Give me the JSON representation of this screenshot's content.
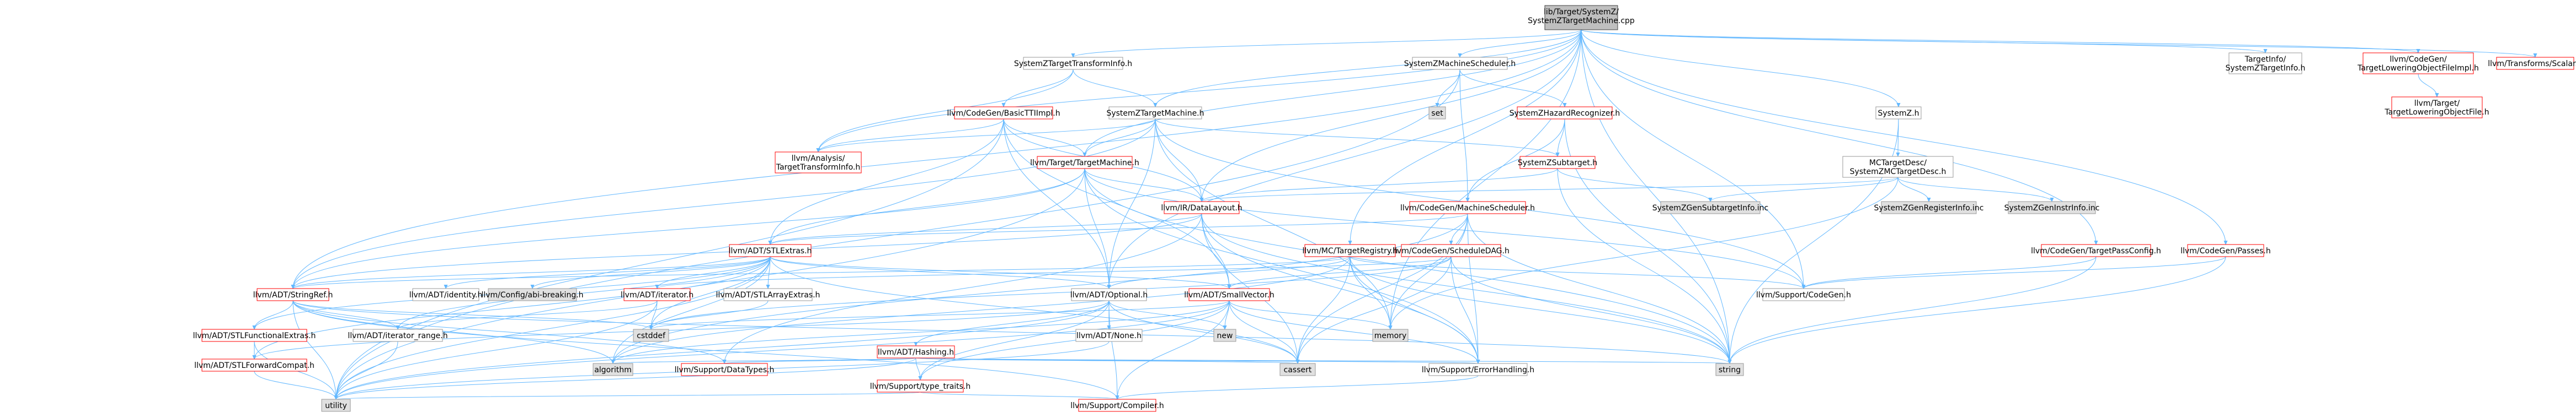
{
  "graph": {
    "root": "SZTM",
    "nodes": [
      {
        "id": "SZTM",
        "label": "lib/Target/SystemZ/SystemZTargetMachine.cpp",
        "style": "root"
      },
      {
        "id": "STI",
        "label": "SystemZTargetTransformInfo.h",
        "style": "default"
      },
      {
        "id": "SMS",
        "label": "SystemZMachineScheduler.h",
        "style": "default"
      },
      {
        "id": "SZH",
        "label": "SystemZ.h",
        "style": "default"
      },
      {
        "id": "TISZ",
        "label": "TargetInfo/SystemZTargetInfo.h",
        "style": "default"
      },
      {
        "id": "CGTLOF",
        "label": "llvm/CodeGen/TargetLoweringObjectFileImpl.h",
        "style": "red"
      },
      {
        "id": "TSCA",
        "label": "llvm/Transforms/Scalar.h",
        "style": "red"
      },
      {
        "id": "BTTI",
        "label": "llvm/CodeGen/BasicTTIImpl.h",
        "style": "red"
      },
      {
        "id": "SZTMH",
        "label": "SystemZTargetMachine.h",
        "style": "default"
      },
      {
        "id": "CSET",
        "label": "set",
        "style": "gray"
      },
      {
        "id": "SHR",
        "label": "SystemZHazardRecognizer.h",
        "style": "red"
      },
      {
        "id": "TLOF",
        "label": "llvm/Target/TargetLoweringObjectFile.h",
        "style": "red"
      },
      {
        "id": "ATTI",
        "label": "llvm/Analysis/TargetTransformInfo.h",
        "style": "red"
      },
      {
        "id": "TTM",
        "label": "llvm/Target/TargetMachine.h",
        "style": "red"
      },
      {
        "id": "SZST",
        "label": "SystemZSubtarget.h",
        "style": "red"
      },
      {
        "id": "MCTD",
        "label": "MCTargetDesc/SystemZMCTargetDesc.h",
        "style": "default"
      },
      {
        "id": "DL",
        "label": "llvm/IR/DataLayout.h",
        "style": "red"
      },
      {
        "id": "CGMS",
        "label": "llvm/CodeGen/MachineScheduler.h",
        "style": "red"
      },
      {
        "id": "SZGSI",
        "label": "SystemZGenSubtargetInfo.inc",
        "style": "gray"
      },
      {
        "id": "SZGRI",
        "label": "SystemZGenRegisterInfo.inc",
        "style": "gray"
      },
      {
        "id": "SZGII",
        "label": "SystemZGenInstrInfo.inc",
        "style": "gray"
      },
      {
        "id": "STLE",
        "label": "llvm/ADT/STLExtras.h",
        "style": "red"
      },
      {
        "id": "MCTR",
        "label": "llvm/MC/TargetRegistry.h",
        "style": "red"
      },
      {
        "id": "SDAG",
        "label": "llvm/CodeGen/ScheduleDAG.h",
        "style": "red"
      },
      {
        "id": "CGTPC",
        "label": "llvm/CodeGen/TargetPassConfig.h",
        "style": "red"
      },
      {
        "id": "CGP",
        "label": "llvm/CodeGen/Passes.h",
        "style": "red"
      },
      {
        "id": "STRR",
        "label": "llvm/ADT/StringRef.h",
        "style": "red"
      },
      {
        "id": "IDEN",
        "label": "llvm/ADT/identity.h",
        "style": "default"
      },
      {
        "id": "ABIB",
        "label": "llvm/Config/abi-breaking.h",
        "style": "gray"
      },
      {
        "id": "ITER",
        "label": "llvm/ADT/iterator.h",
        "style": "red"
      },
      {
        "id": "SAE",
        "label": "llvm/ADT/STLArrayExtras.h",
        "style": "default"
      },
      {
        "id": "OPT",
        "label": "llvm/ADT/Optional.h",
        "style": "default"
      },
      {
        "id": "SMV",
        "label": "llvm/ADT/SmallVector.h",
        "style": "red"
      },
      {
        "id": "CODEGEN",
        "label": "llvm/Support/CodeGen.h",
        "style": "default"
      },
      {
        "id": "STLFE",
        "label": "llvm/ADT/STLFunctionalExtras.h",
        "style": "red"
      },
      {
        "id": "IRANGE",
        "label": "llvm/ADT/iterator_range.h",
        "style": "default"
      },
      {
        "id": "CSTDDEF",
        "label": "cstddef",
        "style": "gray"
      },
      {
        "id": "NONE",
        "label": "llvm/ADT/None.h",
        "style": "default"
      },
      {
        "id": "NEW",
        "label": "new",
        "style": "gray"
      },
      {
        "id": "MEM",
        "label": "memory",
        "style": "gray"
      },
      {
        "id": "STLFC",
        "label": "llvm/ADT/STLForwardCompat.h",
        "style": "red"
      },
      {
        "id": "HASH",
        "label": "llvm/ADT/Hashing.h",
        "style": "red"
      },
      {
        "id": "ALGO",
        "label": "algorithm",
        "style": "gray"
      },
      {
        "id": "SDT",
        "label": "llvm/Support/DataTypes.h",
        "style": "red"
      },
      {
        "id": "CASSERT",
        "label": "cassert",
        "style": "gray"
      },
      {
        "id": "ERRH",
        "label": "llvm/Support/ErrorHandling.h",
        "style": "default"
      },
      {
        "id": "STR",
        "label": "string",
        "style": "gray"
      },
      {
        "id": "TT",
        "label": "llvm/Support/type_traits.h",
        "style": "red"
      },
      {
        "id": "UTIL",
        "label": "utility",
        "style": "gray"
      },
      {
        "id": "COMP",
        "label": "llvm/Support/Compiler.h",
        "style": "red"
      }
    ],
    "edges": [
      [
        "SZTM",
        "STI"
      ],
      [
        "SZTM",
        "SMS"
      ],
      [
        "SZTM",
        "SZH"
      ],
      [
        "SZTM",
        "TISZ"
      ],
      [
        "SZTM",
        "CGTLOF"
      ],
      [
        "SZTM",
        "TSCA"
      ],
      [
        "SZTM",
        "SZTMH"
      ],
      [
        "SZTM",
        "CGTPC"
      ],
      [
        "SZTM",
        "CGP"
      ],
      [
        "SZTM",
        "MCTR"
      ],
      [
        "SZTM",
        "STRR"
      ],
      [
        "SZTM",
        "OPT"
      ],
      [
        "SZTM",
        "DL"
      ],
      [
        "SZTM",
        "TTM"
      ],
      [
        "SZTM",
        "STR"
      ],
      [
        "SZTM",
        "CODEGEN"
      ],
      [
        "SZTM",
        "MEM"
      ],
      [
        "SZTM",
        "ATTI"
      ],
      [
        "STI",
        "BTTI"
      ],
      [
        "STI",
        "SZTMH"
      ],
      [
        "STI",
        "ATTI"
      ],
      [
        "BTTI",
        "ATTI"
      ],
      [
        "BTTI",
        "TTM"
      ],
      [
        "BTTI",
        "DL"
      ],
      [
        "BTTI",
        "SMV"
      ],
      [
        "BTTI",
        "OPT"
      ],
      [
        "BTTI",
        "STLE"
      ],
      [
        "BTTI",
        "UTIL"
      ],
      [
        "SMS",
        "CSET"
      ],
      [
        "SMS",
        "SHR"
      ],
      [
        "SMS",
        "CGMS"
      ],
      [
        "SMS",
        "UTIL"
      ],
      [
        "SHR",
        "SZST"
      ],
      [
        "SHR",
        "CGMS"
      ],
      [
        "SHR",
        "STR"
      ],
      [
        "SZH",
        "MCTD"
      ],
      [
        "SZH",
        "STR"
      ],
      [
        "MCTD",
        "SZGSI"
      ],
      [
        "MCTD",
        "SZGRI"
      ],
      [
        "MCTD",
        "SZGII"
      ],
      [
        "MCTD",
        "MEM"
      ],
      [
        "MCTD",
        "DL"
      ],
      [
        "CGTLOF",
        "TLOF"
      ],
      [
        "SZTMH",
        "SZST"
      ],
      [
        "SZTMH",
        "TTM"
      ],
      [
        "SZTMH",
        "ATTI"
      ],
      [
        "SZTMH",
        "DL"
      ],
      [
        "SZTMH",
        "OPT"
      ],
      [
        "SZTMH",
        "STRR"
      ],
      [
        "SZTMH",
        "CODEGEN"
      ],
      [
        "SZTMH",
        "MEM"
      ],
      [
        "SZST",
        "SZGSI"
      ],
      [
        "SZST",
        "DL"
      ],
      [
        "SZST",
        "STR"
      ],
      [
        "TTM",
        "OPT"
      ],
      [
        "TTM",
        "STRR"
      ],
      [
        "TTM",
        "DL"
      ],
      [
        "TTM",
        "CODEGEN"
      ],
      [
        "TTM",
        "ERRH"
      ],
      [
        "TTM",
        "STR"
      ],
      [
        "TTM",
        "UTIL"
      ],
      [
        "TTM",
        "STLE"
      ],
      [
        "DL",
        "STLE"
      ],
      [
        "DL",
        "SMV"
      ],
      [
        "DL",
        "STRR"
      ],
      [
        "DL",
        "SDT"
      ],
      [
        "DL",
        "ERRH"
      ],
      [
        "DL",
        "CASSERT"
      ],
      [
        "DL",
        "STR"
      ],
      [
        "CGMS",
        "SDAG"
      ],
      [
        "CGMS",
        "STLE"
      ],
      [
        "CGMS",
        "MEM"
      ],
      [
        "CGMS",
        "CASSERT"
      ],
      [
        "CGMS",
        "STR"
      ],
      [
        "CGMS",
        "ALGO"
      ],
      [
        "CGMS",
        "ERRH"
      ],
      [
        "SDAG",
        "SMV"
      ],
      [
        "SDAG",
        "ITER"
      ],
      [
        "SDAG",
        "ERRH"
      ],
      [
        "SDAG",
        "CASSERT"
      ],
      [
        "SDAG",
        "STR"
      ],
      [
        "SDAG",
        "CSTDDEF"
      ],
      [
        "MCTR",
        "STRR"
      ],
      [
        "MCTR",
        "OPT"
      ],
      [
        "MCTR",
        "CODEGEN"
      ],
      [
        "MCTR",
        "ERRH"
      ],
      [
        "MCTR",
        "CASSERT"
      ],
      [
        "MCTR",
        "MEM"
      ],
      [
        "MCTR",
        "STR"
      ],
      [
        "MCTR",
        "ALGO"
      ],
      [
        "CGTPC",
        "CODEGEN"
      ],
      [
        "CGTPC",
        "STR"
      ],
      [
        "CGP",
        "STR"
      ],
      [
        "CGP",
        "CODEGEN"
      ],
      [
        "STLE",
        "STLFE"
      ],
      [
        "STLE",
        "IDEN"
      ],
      [
        "STLE",
        "ABIB"
      ],
      [
        "STLE",
        "ITER"
      ],
      [
        "STLE",
        "SAE"
      ],
      [
        "STLE",
        "IRANGE"
      ],
      [
        "STLE",
        "STLFC"
      ],
      [
        "STLE",
        "OPT"
      ],
      [
        "STLE",
        "STRR"
      ],
      [
        "STLE",
        "SMV"
      ],
      [
        "STLE",
        "ALGO"
      ],
      [
        "STLE",
        "CASSERT"
      ],
      [
        "STLE",
        "UTIL"
      ],
      [
        "STLE",
        "CSTDDEF"
      ],
      [
        "STRR",
        "STLFE"
      ],
      [
        "STRR",
        "IRANGE"
      ],
      [
        "STRR",
        "COMP"
      ],
      [
        "STRR",
        "ALGO"
      ],
      [
        "STRR",
        "CSTDDEF"
      ],
      [
        "STRR",
        "STR"
      ],
      [
        "STRR",
        "UTIL"
      ],
      [
        "STRR",
        "SDT"
      ],
      [
        "ITER",
        "IRANGE"
      ],
      [
        "ITER",
        "CSTDDEF"
      ],
      [
        "ITER",
        "UTIL"
      ],
      [
        "SAE",
        "CSTDDEF"
      ],
      [
        "OPT",
        "NONE"
      ],
      [
        "OPT",
        "HASH"
      ],
      [
        "OPT",
        "STLFC"
      ],
      [
        "OPT",
        "COMP"
      ],
      [
        "OPT",
        "TT"
      ],
      [
        "OPT",
        "CASSERT"
      ],
      [
        "OPT",
        "NEW"
      ],
      [
        "OPT",
        "UTIL"
      ],
      [
        "SMV",
        "COMP"
      ],
      [
        "SMV",
        "TT"
      ],
      [
        "SMV",
        "ALGO"
      ],
      [
        "SMV",
        "CASSERT"
      ],
      [
        "SMV",
        "CSTDDEF"
      ],
      [
        "SMV",
        "MEM"
      ],
      [
        "SMV",
        "NEW"
      ],
      [
        "SMV",
        "UTIL"
      ],
      [
        "SMV",
        "ERRH"
      ],
      [
        "HASH",
        "ERRH"
      ],
      [
        "HASH",
        "SDT"
      ],
      [
        "HASH",
        "TT"
      ],
      [
        "HASH",
        "ALGO"
      ],
      [
        "HASH",
        "CASSERT"
      ],
      [
        "HASH",
        "STR"
      ],
      [
        "HASH",
        "UTIL"
      ],
      [
        "STLFE",
        "STLFC"
      ],
      [
        "STLFE",
        "UTIL"
      ],
      [
        "IRANGE",
        "UTIL"
      ],
      [
        "STLFC",
        "UTIL"
      ],
      [
        "ERRH",
        "COMP"
      ],
      [
        "TT",
        "COMP"
      ],
      [
        "TT",
        "UTIL"
      ],
      [
        "NONE",
        "UTIL"
      ]
    ],
    "colors": {
      "root_fill": "#bfbfbf",
      "gray_fill": "#e0e0e0",
      "border_default": "#999999",
      "border_red": "#ff0000",
      "border_root": "#404040",
      "edge": "#63b8ff"
    }
  }
}
